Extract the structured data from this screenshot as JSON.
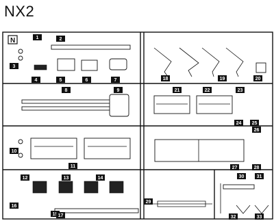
{
  "sheet": {
    "title": "NX2",
    "sprue_letter": "N"
  },
  "parts": [
    {
      "num": "1"
    },
    {
      "num": "2"
    },
    {
      "num": "3"
    },
    {
      "num": "4"
    },
    {
      "num": "5"
    },
    {
      "num": "6"
    },
    {
      "num": "7"
    },
    {
      "num": "8"
    },
    {
      "num": "9"
    },
    {
      "num": "10"
    },
    {
      "num": "11"
    },
    {
      "num": "12"
    },
    {
      "num": "13"
    },
    {
      "num": "14"
    },
    {
      "num": "15"
    },
    {
      "num": "16"
    },
    {
      "num": "17"
    },
    {
      "num": "18"
    },
    {
      "num": "19"
    },
    {
      "num": "20"
    },
    {
      "num": "21"
    },
    {
      "num": "22"
    },
    {
      "num": "23"
    },
    {
      "num": "24"
    },
    {
      "num": "25"
    },
    {
      "num": "26"
    },
    {
      "num": "27"
    },
    {
      "num": "28"
    },
    {
      "num": "29"
    },
    {
      "num": "30"
    },
    {
      "num": "31"
    },
    {
      "num": "32"
    },
    {
      "num": "33"
    }
  ]
}
